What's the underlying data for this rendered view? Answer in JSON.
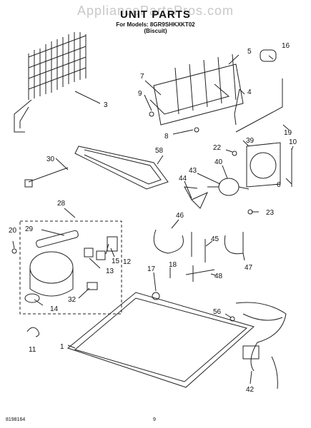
{
  "header": {
    "watermark": "AppliancePartsPros.com",
    "title": "UNIT PARTS",
    "models_line": "For Models: 8GR9SHKXKT02",
    "variant_line": "(Biscuit)"
  },
  "footer": {
    "document_number": "8198164",
    "page_number": "9"
  },
  "callouts": [
    "3",
    "30",
    "28",
    "29",
    "20",
    "13",
    "15",
    "12",
    "32",
    "14",
    "11",
    "1",
    "7",
    "9",
    "8",
    "5",
    "4",
    "58",
    "16",
    "19",
    "39",
    "22",
    "40",
    "43",
    "44",
    "46",
    "45",
    "47",
    "23",
    "6",
    "10",
    "17",
    "18",
    "48",
    "56",
    "42"
  ]
}
